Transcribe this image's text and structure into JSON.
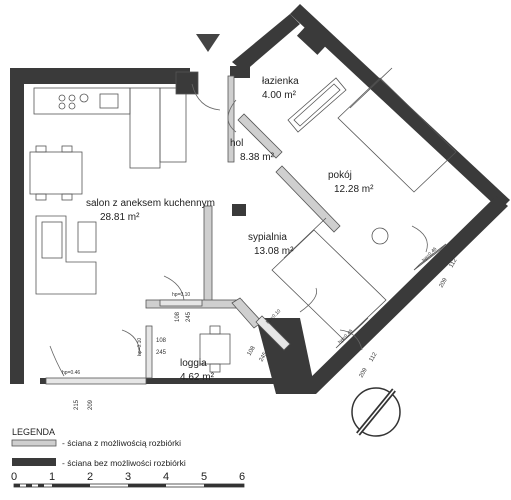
{
  "rooms": {
    "lazienka": {
      "name": "łazienka",
      "area": "4.00 m²"
    },
    "hol": {
      "name": "hol",
      "area": "8.38 m²"
    },
    "pokoj": {
      "name": "pokój",
      "area": "12.28 m²"
    },
    "salon": {
      "name": "salon z aneksem kuchennym",
      "area": "28.81 m²"
    },
    "sypialnia": {
      "name": "sypialnia",
      "area": "13.08 m²"
    },
    "loggia": {
      "name": "loggia",
      "area": "4.62 m²"
    }
  },
  "window_tags": {
    "salon_bottom": {
      "hp": "hp=0.46",
      "w": "215",
      "h": "209"
    },
    "loggia_door": {
      "hp": "hp=0.10",
      "w": "108",
      "h": "245"
    },
    "loggia_top": {
      "hp": "hp=0.10",
      "w": "108",
      "h": "245"
    },
    "sypialnia_door": {
      "hp": "hp=0.10",
      "w": "108",
      "h": "245"
    },
    "sypialnia_window": {
      "hp": "hp=0.46",
      "w": "112",
      "h": "209"
    },
    "pokoj_window": {
      "hp": "hp=0.46",
      "w": "112",
      "h": "209"
    }
  },
  "legend": {
    "title": "LEGENDA",
    "item1": "- ściana z możliwością rozbiórki",
    "item2": "- ściana bez możliwości rozbiórki"
  },
  "scale": {
    "labels": [
      "0",
      "1",
      "2",
      "3",
      "4",
      "5",
      "6"
    ]
  },
  "colors": {
    "wall": "#333333",
    "removable_wall": "#bdbdbd",
    "entrance": "#444444"
  },
  "icons": [
    "entrance-triangle-icon",
    "north-compass-icon"
  ]
}
